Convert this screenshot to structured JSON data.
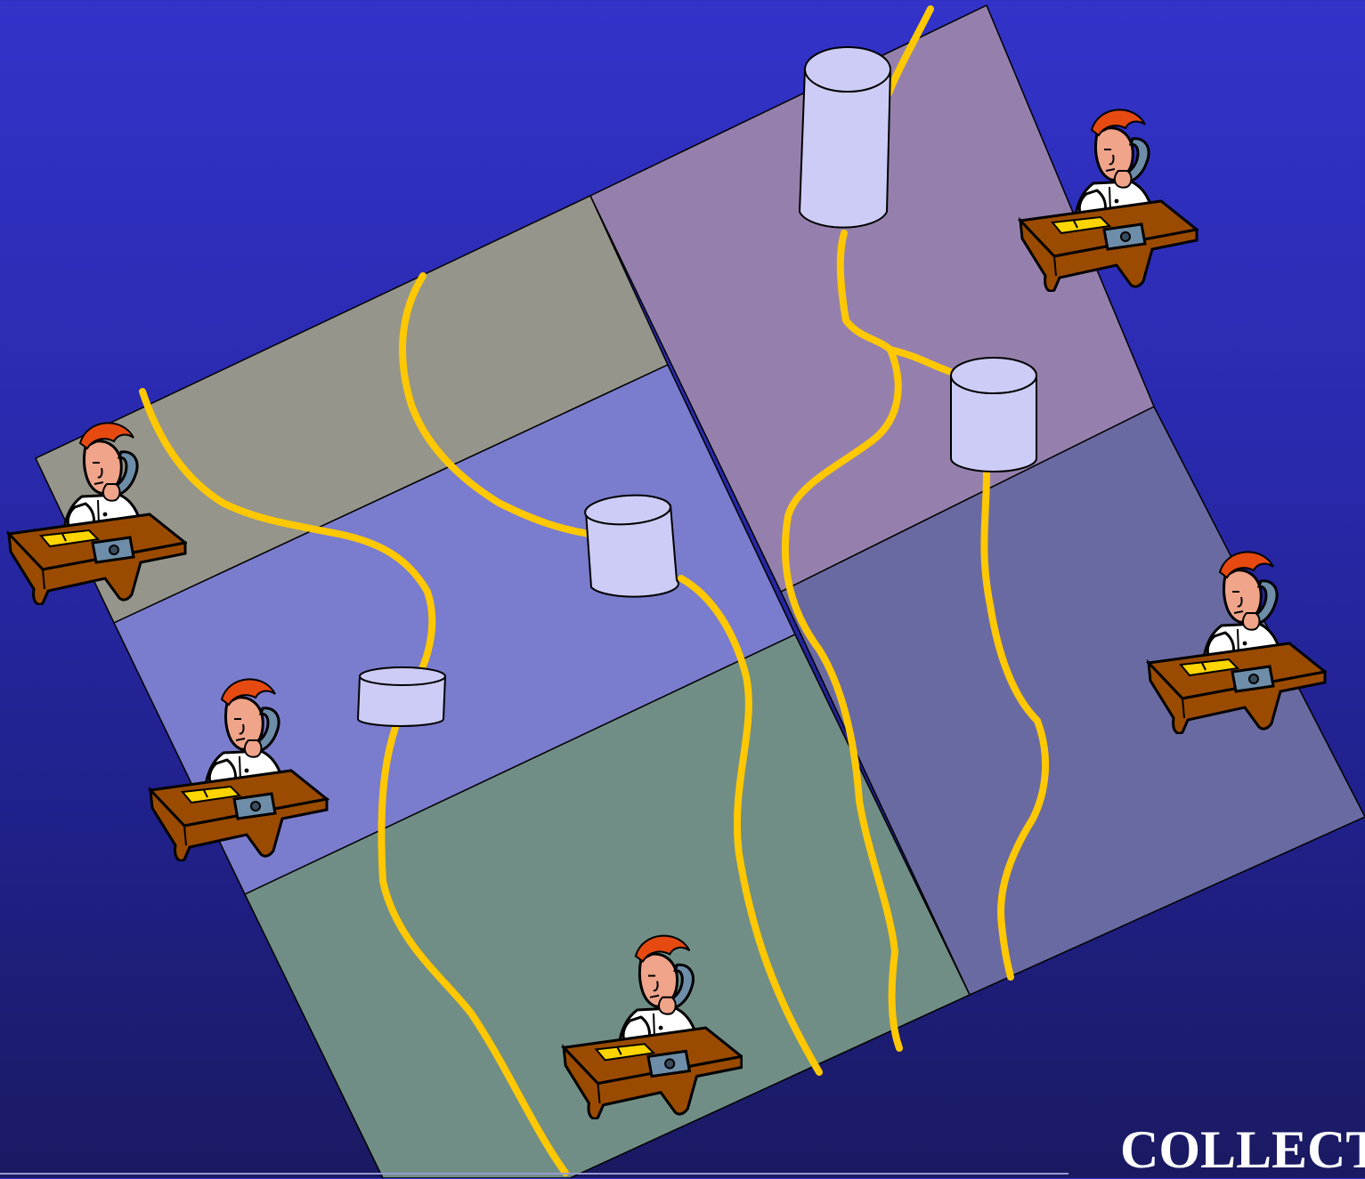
{
  "footer": {
    "label": "COLLECT"
  },
  "colors": {
    "background_top": "#3333c9",
    "background_bottom": "#1a1a62",
    "region_gray": "#95958b",
    "region_mauve": "#9580ad",
    "region_blue": "#7a7ccd",
    "region_teal": "#708e86",
    "region_slate": "#6a6aa2",
    "stream": "#ffc800",
    "cylinder": "#ccccf6",
    "desk": "#9a4b00"
  },
  "regions": [
    "gray",
    "mauve",
    "blue",
    "teal",
    "slate"
  ],
  "icons": [
    "worker-at-desk-icon",
    "database-cylinder-icon"
  ]
}
